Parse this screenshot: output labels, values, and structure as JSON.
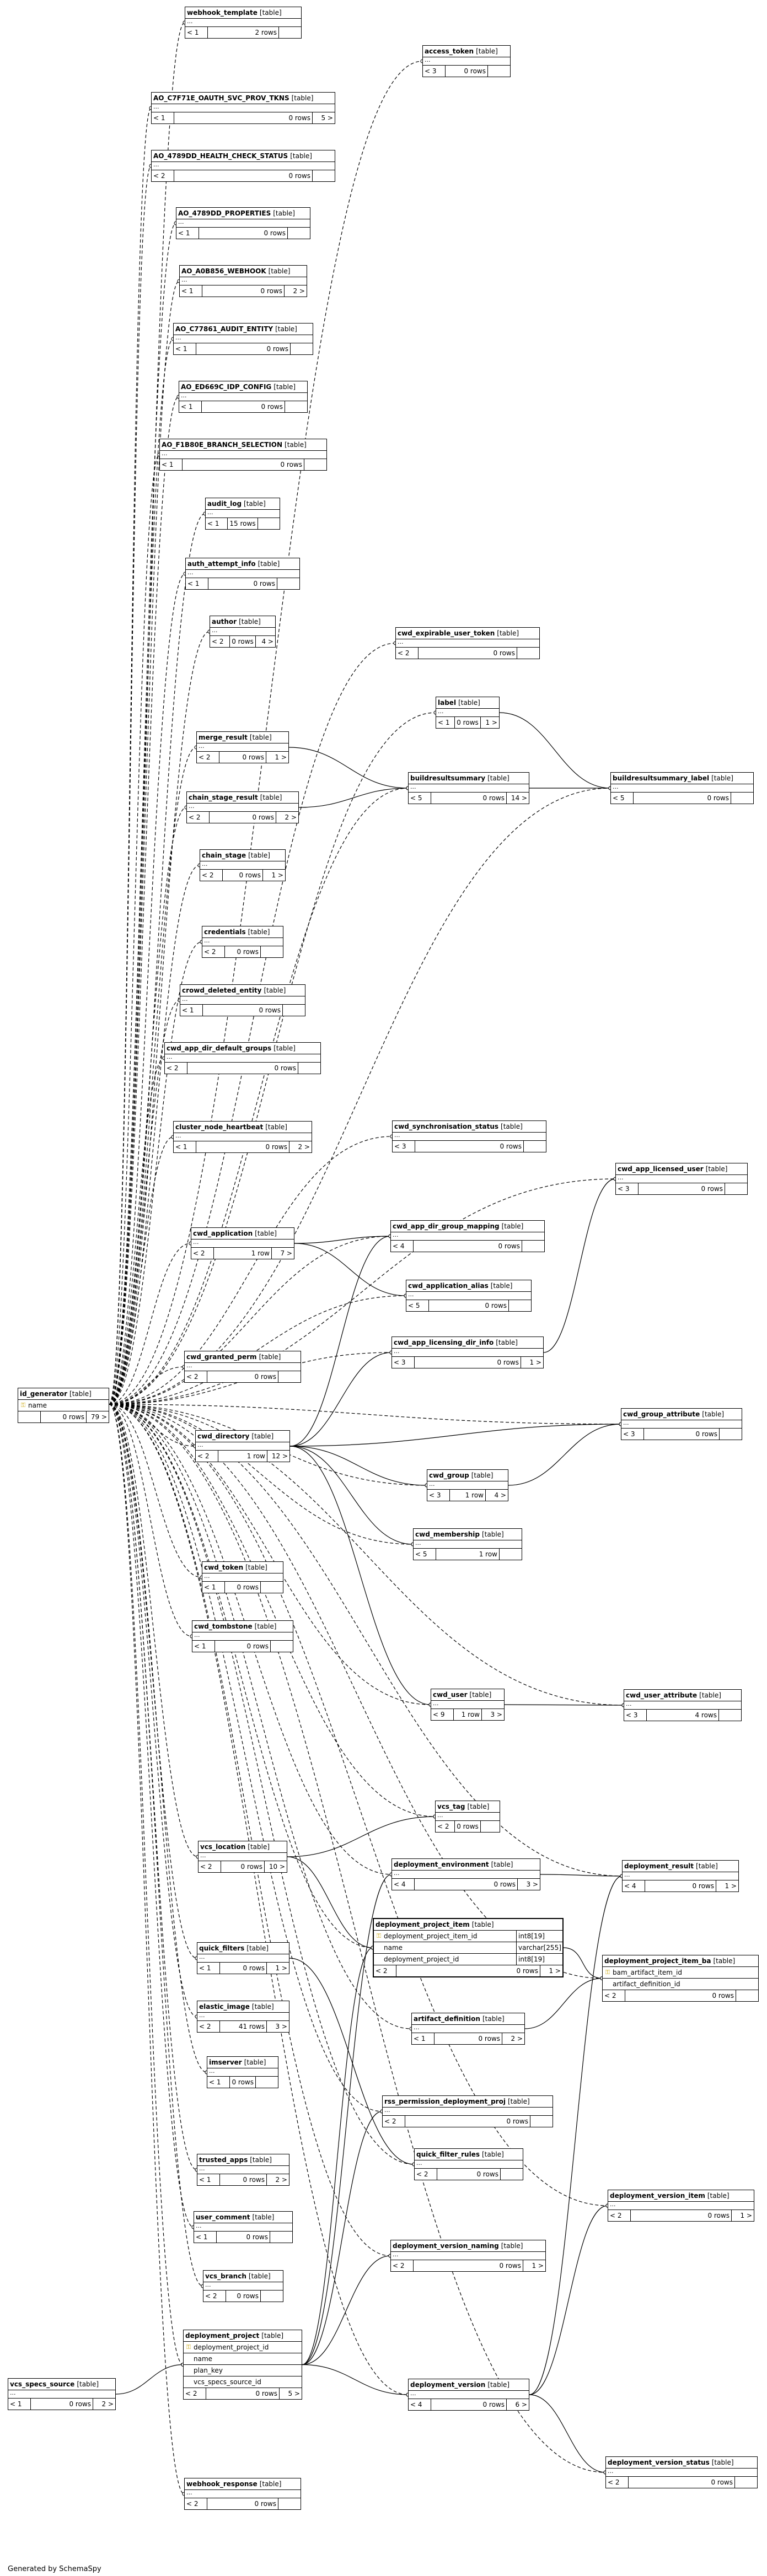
{
  "tables": [
    {
      "key": "webhook_template",
      "name": "webhook_template",
      "kind": "[table]",
      "foot": [
        "< 1",
        "2 rows",
        ""
      ]
    },
    {
      "key": "access_token",
      "name": "access_token",
      "kind": "[table]",
      "foot": [
        "< 3",
        "0 rows",
        ""
      ]
    },
    {
      "key": "ao_c7f71e",
      "name": "AO_C7F71E_OAUTH_SVC_PROV_TKNS",
      "kind": "[table]",
      "foot": [
        "< 1",
        "0 rows",
        "5 >"
      ]
    },
    {
      "key": "ao_4789dd_health",
      "name": "AO_4789DD_HEALTH_CHECK_STATUS",
      "kind": "[table]",
      "foot": [
        "< 2",
        "0 rows",
        ""
      ]
    },
    {
      "key": "ao_4789dd_props",
      "name": "AO_4789DD_PROPERTIES",
      "kind": "[table]",
      "foot": [
        "< 1",
        "0 rows",
        ""
      ]
    },
    {
      "key": "ao_a0b856",
      "name": "AO_A0B856_WEBHOOK",
      "kind": "[table]",
      "foot": [
        "< 1",
        "0 rows",
        "2 >"
      ]
    },
    {
      "key": "ao_c77861",
      "name": "AO_C77861_AUDIT_ENTITY",
      "kind": "[table]",
      "foot": [
        "< 1",
        "0 rows",
        ""
      ]
    },
    {
      "key": "ao_ed669c",
      "name": "AO_ED669C_IDP_CONFIG",
      "kind": "[table]",
      "foot": [
        "< 1",
        "0 rows",
        ""
      ]
    },
    {
      "key": "ao_f1b80e",
      "name": "AO_F1B80E_BRANCH_SELECTION",
      "kind": "[table]",
      "foot": [
        "< 1",
        "0 rows",
        ""
      ]
    },
    {
      "key": "audit_log",
      "name": "audit_log",
      "kind": "[table]",
      "foot": [
        "< 1",
        "15 rows",
        ""
      ]
    },
    {
      "key": "auth_attempt_info",
      "name": "auth_attempt_info",
      "kind": "[table]",
      "foot": [
        "< 1",
        "0 rows",
        ""
      ]
    },
    {
      "key": "author",
      "name": "author",
      "kind": "[table]",
      "foot": [
        "< 2",
        "0 rows",
        "4 >"
      ]
    },
    {
      "key": "cwd_expirable_user_token",
      "name": "cwd_expirable_user_token",
      "kind": "[table]",
      "foot": [
        "< 2",
        "0 rows",
        ""
      ]
    },
    {
      "key": "label",
      "name": "label",
      "kind": "[table]",
      "foot": [
        "< 1",
        "0 rows",
        "1 >"
      ]
    },
    {
      "key": "merge_result",
      "name": "merge_result",
      "kind": "[table]",
      "foot": [
        "< 2",
        "0 rows",
        "1 >"
      ]
    },
    {
      "key": "buildresultsummary",
      "name": "buildresultsummary",
      "kind": "[table]",
      "foot": [
        "< 5",
        "0 rows",
        "14 >"
      ]
    },
    {
      "key": "buildresultsummary_label",
      "name": "buildresultsummary_label",
      "kind": "[table]",
      "foot": [
        "< 5",
        "0 rows",
        ""
      ]
    },
    {
      "key": "chain_stage_result",
      "name": "chain_stage_result",
      "kind": "[table]",
      "foot": [
        "< 2",
        "0 rows",
        "2 >"
      ]
    },
    {
      "key": "chain_stage",
      "name": "chain_stage",
      "kind": "[table]",
      "foot": [
        "< 2",
        "0 rows",
        "1 >"
      ]
    },
    {
      "key": "credentials",
      "name": "credentials",
      "kind": "[table]",
      "foot": [
        "< 2",
        "0 rows",
        ""
      ]
    },
    {
      "key": "crowd_deleted_entity",
      "name": "crowd_deleted_entity",
      "kind": "[table]",
      "foot": [
        "< 1",
        "0 rows",
        ""
      ]
    },
    {
      "key": "cwd_app_dir_default_groups",
      "name": "cwd_app_dir_default_groups",
      "kind": "[table]",
      "foot": [
        "< 2",
        "0 rows",
        ""
      ]
    },
    {
      "key": "cluster_node_heartbeat",
      "name": "cluster_node_heartbeat",
      "kind": "[table]",
      "foot": [
        "< 1",
        "0 rows",
        "2 >"
      ]
    },
    {
      "key": "cwd_synchronisation_status",
      "name": "cwd_synchronisation_status",
      "kind": "[table]",
      "foot": [
        "< 3",
        "0 rows",
        ""
      ]
    },
    {
      "key": "cwd_app_licensed_user",
      "name": "cwd_app_licensed_user",
      "kind": "[table]",
      "foot": [
        "< 3",
        "0 rows",
        ""
      ]
    },
    {
      "key": "cwd_application",
      "name": "cwd_application",
      "kind": "[table]",
      "foot": [
        "< 2",
        "1 row",
        "7 >"
      ]
    },
    {
      "key": "cwd_app_dir_group_mapping",
      "name": "cwd_app_dir_group_mapping",
      "kind": "[table]",
      "foot": [
        "< 4",
        "0 rows",
        ""
      ]
    },
    {
      "key": "cwd_application_alias",
      "name": "cwd_application_alias",
      "kind": "[table]",
      "foot": [
        "< 5",
        "0 rows",
        ""
      ]
    },
    {
      "key": "cwd_app_licensing_dir_info",
      "name": "cwd_app_licensing_dir_info",
      "kind": "[table]",
      "foot": [
        "< 3",
        "0 rows",
        "1 >"
      ]
    },
    {
      "key": "cwd_granted_perm",
      "name": "cwd_granted_perm",
      "kind": "[table]",
      "foot": [
        "< 2",
        "0 rows",
        ""
      ]
    },
    {
      "key": "id_generator",
      "name": "id_generator",
      "kind": "[table]",
      "cols": [
        {
          "name": "name",
          "type": "",
          "key": true
        }
      ],
      "foot": [
        "",
        "0 rows",
        "79 >"
      ]
    },
    {
      "key": "cwd_directory",
      "name": "cwd_directory",
      "kind": "[table]",
      "foot": [
        "< 2",
        "1 row",
        "12 >"
      ]
    },
    {
      "key": "cwd_group_attribute",
      "name": "cwd_group_attribute",
      "kind": "[table]",
      "foot": [
        "< 3",
        "0 rows",
        ""
      ]
    },
    {
      "key": "cwd_group",
      "name": "cwd_group",
      "kind": "[table]",
      "foot": [
        "< 3",
        "1 row",
        "4 >"
      ]
    },
    {
      "key": "cwd_membership",
      "name": "cwd_membership",
      "kind": "[table]",
      "foot": [
        "< 5",
        "1 row",
        ""
      ]
    },
    {
      "key": "cwd_token",
      "name": "cwd_token",
      "kind": "[table]",
      "foot": [
        "< 1",
        "0 rows",
        ""
      ]
    },
    {
      "key": "cwd_tombstone",
      "name": "cwd_tombstone",
      "kind": "[table]",
      "foot": [
        "< 1",
        "0 rows",
        ""
      ]
    },
    {
      "key": "cwd_user",
      "name": "cwd_user",
      "kind": "[table]",
      "foot": [
        "< 9",
        "1 row",
        "3 >"
      ]
    },
    {
      "key": "cwd_user_attribute",
      "name": "cwd_user_attribute",
      "kind": "[table]",
      "foot": [
        "< 3",
        "4 rows",
        ""
      ]
    },
    {
      "key": "vcs_tag",
      "name": "vcs_tag",
      "kind": "[table]",
      "foot": [
        "< 2",
        "0 rows",
        ""
      ]
    },
    {
      "key": "vcs_location",
      "name": "vcs_location",
      "kind": "[table]",
      "foot": [
        "< 2",
        "0 rows",
        "10 >"
      ]
    },
    {
      "key": "deployment_environment",
      "name": "deployment_environment",
      "kind": "[table]",
      "foot": [
        "< 4",
        "0 rows",
        "3 >"
      ]
    },
    {
      "key": "deployment_result",
      "name": "deployment_result",
      "kind": "[table]",
      "foot": [
        "< 4",
        "0 rows",
        "1 >"
      ]
    },
    {
      "key": "deployment_project_item",
      "name": "deployment_project_item",
      "kind": "[table]",
      "focus": true,
      "cols": [
        {
          "name": "deployment_project_item_id",
          "type": "int8[19]",
          "key": true
        },
        {
          "name": "name",
          "type": "varchar[255]",
          "key": false
        },
        {
          "name": "deployment_project_id",
          "type": "int8[19]",
          "key": false
        }
      ],
      "foot": [
        "< 2",
        "0 rows",
        "1 >"
      ]
    },
    {
      "key": "deployment_project_item_ba",
      "name": "deployment_project_item_ba",
      "kind": "[table]",
      "cols": [
        {
          "name": "bam_artifact_item_id",
          "type": "",
          "key": true
        },
        {
          "name": "artifact_definition_id",
          "type": "",
          "key": false
        }
      ],
      "foot": [
        "< 2",
        "0 rows",
        ""
      ]
    },
    {
      "key": "quick_filters",
      "name": "quick_filters",
      "kind": "[table]",
      "foot": [
        "< 1",
        "0 rows",
        "1 >"
      ]
    },
    {
      "key": "artifact_definition",
      "name": "artifact_definition",
      "kind": "[table]",
      "foot": [
        "< 1",
        "0 rows",
        "2 >"
      ]
    },
    {
      "key": "elastic_image",
      "name": "elastic_image",
      "kind": "[table]",
      "foot": [
        "< 2",
        "41 rows",
        "3 >"
      ]
    },
    {
      "key": "imserver",
      "name": "imserver",
      "kind": "[table]",
      "foot": [
        "< 1",
        "0 rows",
        ""
      ]
    },
    {
      "key": "rss_permission_deployment_proj",
      "name": "rss_permission_deployment_proj",
      "kind": "[table]",
      "foot": [
        "< 2",
        "0 rows",
        ""
      ]
    },
    {
      "key": "trusted_apps",
      "name": "trusted_apps",
      "kind": "[table]",
      "foot": [
        "< 1",
        "0 rows",
        "2 >"
      ]
    },
    {
      "key": "quick_filter_rules",
      "name": "quick_filter_rules",
      "kind": "[table]",
      "foot": [
        "< 2",
        "0 rows",
        ""
      ]
    },
    {
      "key": "deployment_version_item",
      "name": "deployment_version_item",
      "kind": "[table]",
      "foot": [
        "< 2",
        "0 rows",
        "1 >"
      ]
    },
    {
      "key": "user_comment",
      "name": "user_comment",
      "kind": "[table]",
      "foot": [
        "< 1",
        "0 rows",
        ""
      ]
    },
    {
      "key": "deployment_version_naming",
      "name": "deployment_version_naming",
      "kind": "[table]",
      "foot": [
        "< 2",
        "0 rows",
        "1 >"
      ]
    },
    {
      "key": "vcs_branch",
      "name": "vcs_branch",
      "kind": "[table]",
      "foot": [
        "< 2",
        "0 rows",
        ""
      ]
    },
    {
      "key": "deployment_project",
      "name": "deployment_project",
      "kind": "[table]",
      "cols": [
        {
          "name": "deployment_project_id",
          "type": "",
          "key": true
        },
        {
          "name": "name",
          "type": "",
          "key": false
        },
        {
          "name": "plan_key",
          "type": "",
          "key": false
        },
        {
          "name": "vcs_specs_source_id",
          "type": "",
          "key": false
        }
      ],
      "foot": [
        "< 2",
        "0 rows",
        "5 >"
      ]
    },
    {
      "key": "vcs_specs_source",
      "name": "vcs_specs_source",
      "kind": "[table]",
      "foot": [
        "< 1",
        "0 rows",
        "2 >"
      ]
    },
    {
      "key": "deployment_version",
      "name": "deployment_version",
      "kind": "[table]",
      "foot": [
        "< 4",
        "0 rows",
        "6 >"
      ]
    },
    {
      "key": "deployment_version_status",
      "name": "deployment_version_status",
      "kind": "[table]",
      "foot": [
        "< 2",
        "0 rows",
        ""
      ]
    },
    {
      "key": "webhook_response",
      "name": "webhook_response",
      "kind": "[table]",
      "foot": [
        "< 2",
        "0 rows",
        ""
      ]
    }
  ],
  "dots_glyph": "...",
  "key_glyph": "⚿",
  "footer": "Generated by SchemaSpy"
}
